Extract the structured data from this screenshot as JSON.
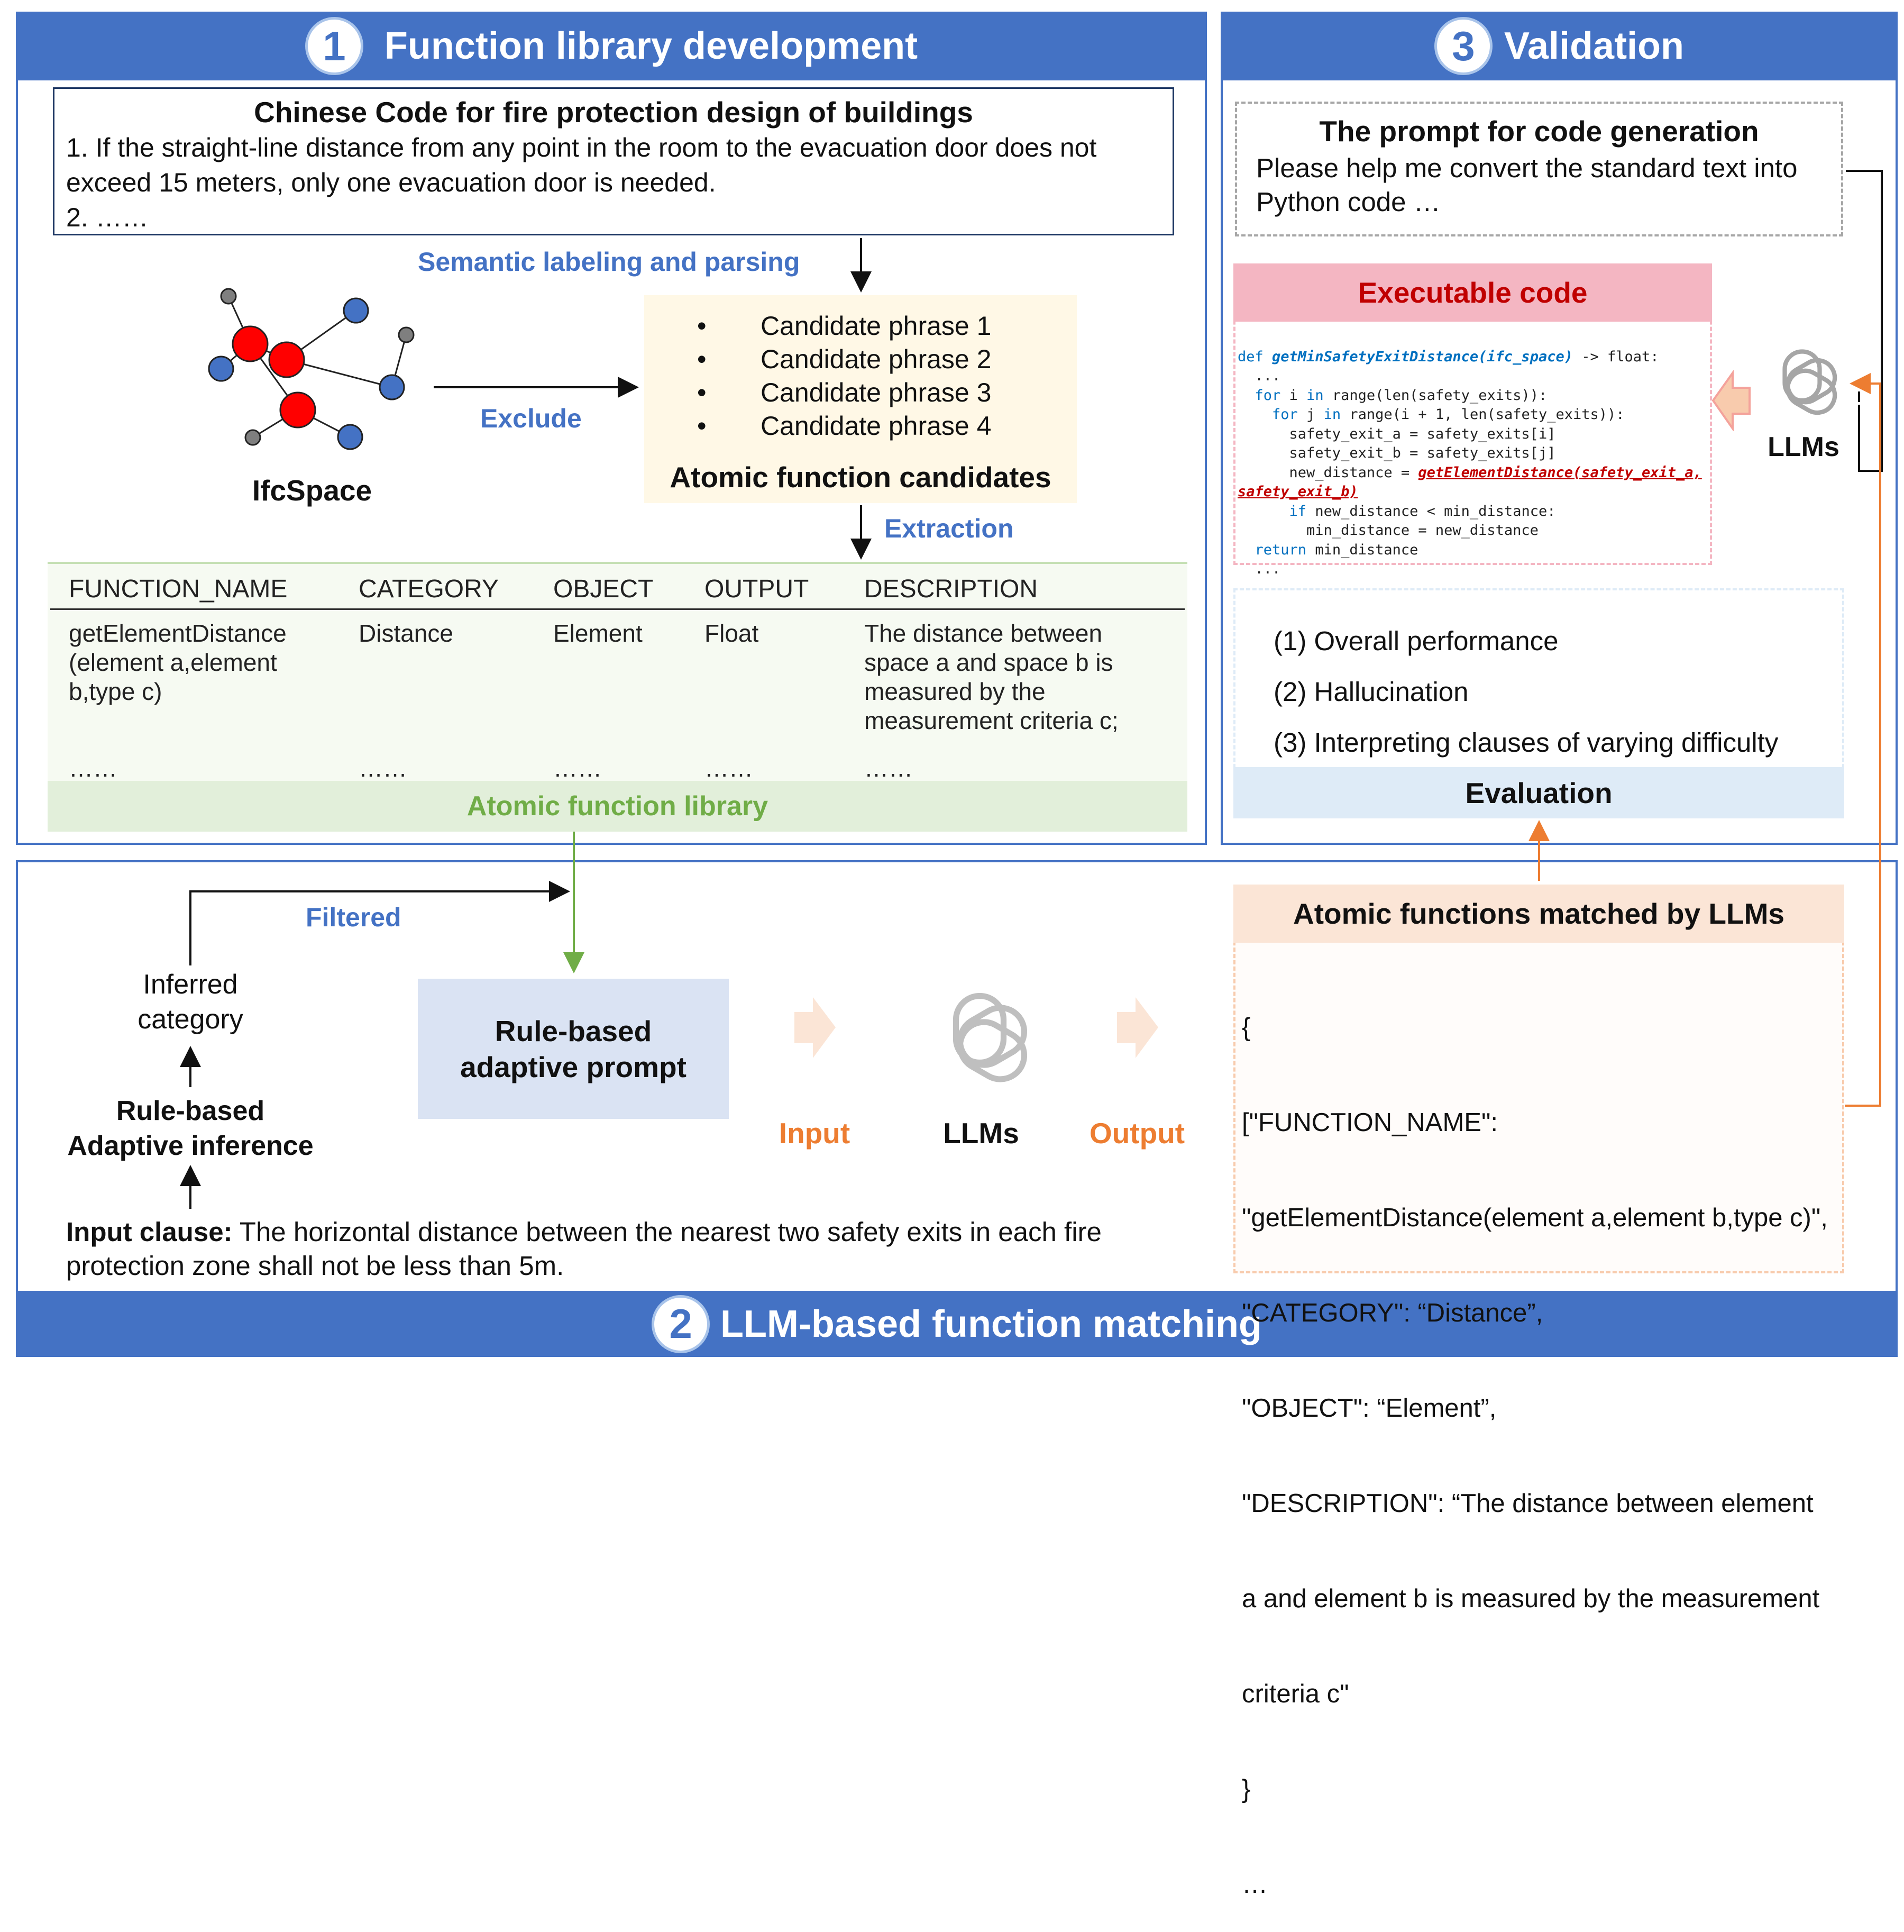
{
  "section1": {
    "number": "1",
    "title": "Function library development",
    "code_box": {
      "title": "Chinese Code for fire protection design of buildings",
      "line1": "1. If the straight-line distance from any point in the room to the evacuation door does not",
      "line2": "exceed 15 meters, only one evacuation door is needed.",
      "line3": "2. ……"
    },
    "semantic_label": "Semantic labeling and parsing",
    "ifc_label": "IfcSpace",
    "exclude_label": "Exclude",
    "candidates": [
      "Candidate phrase 1",
      "Candidate phrase 2",
      "Candidate phrase 3",
      "Candidate phrase 4"
    ],
    "candidates_title": "Atomic function candidates",
    "extraction_label": "Extraction",
    "table": {
      "headers": [
        "FUNCTION_NAME",
        "CATEGORY",
        "OBJECT",
        "OUTPUT",
        "DESCRIPTION"
      ],
      "row": {
        "function_name": [
          "getElementDistance",
          "(element a,element",
          "b,type c)"
        ],
        "category": "Distance",
        "object": "Element",
        "output": "Float",
        "description": [
          "The distance between",
          "space a and space b is",
          "measured by the",
          "measurement criteria c;"
        ]
      },
      "ellipsis": "……",
      "footer": "Atomic function library"
    }
  },
  "section3": {
    "number": "3",
    "title": "Validation",
    "prompt_title": "The prompt for code generation",
    "prompt_line1": "Please help me convert the standard text into",
    "prompt_line2": "Python code …",
    "exec_title": "Executable code",
    "code_lines": [
      "def getMinSafetyExitDistance(ifc_space) -> float:",
      "  ...",
      "  for i in range(len(safety_exits)):",
      "    for j in range(i + 1, len(safety_exits)):",
      "      safety_exit_a = safety_exits[i]",
      "      safety_exit_b = safety_exits[j]",
      "      new_distance = getElementDistance(safety_exit_a,",
      "safety_exit_b)",
      "      if new_distance < min_distance:",
      "        min_distance = new_distance",
      "  return min_distance",
      "  ..."
    ],
    "llm_label": "LLMs",
    "eval_items": [
      "(1) Overall performance",
      "(2) Hallucination",
      "(3) Interpreting clauses of varying difficulty"
    ],
    "eval_title": "Evaluation"
  },
  "section2": {
    "number": "2",
    "title": "LLM-based function matching",
    "filtered_label": "Filtered",
    "inferred_line1": "Inferred",
    "inferred_line2": "category",
    "rule_line1": "Rule-based",
    "rule_line2": "Adaptive inference",
    "prompt_line1": "Rule-based",
    "prompt_line2": "adaptive prompt",
    "input_label": "Input",
    "llm_label": "LLMs",
    "output_label": "Output",
    "clause_bold": "Input clause:",
    "clause_text1": " The horizontal distance between the nearest two safety exits in each fire",
    "clause_text2": "protection zone shall not be less than 5m.",
    "matched_title": "Atomic functions matched by LLMs",
    "matched_lines": [
      "{",
      "[\"FUNCTION_NAME\":",
      "\"getElementDistance(element a,element b,type c)\",",
      "\"CATEGORY\": “Distance”,",
      "\"OBJECT\": “Element”,",
      "\"DESCRIPTION\": “The distance between element",
      "a and element b is measured by the measurement",
      "criteria c\"",
      "}",
      "…"
    ]
  },
  "colors": {
    "accent_blue": "#4472c4",
    "green": "#70ad47",
    "orange": "#ed7d31",
    "red": "#c00000"
  }
}
